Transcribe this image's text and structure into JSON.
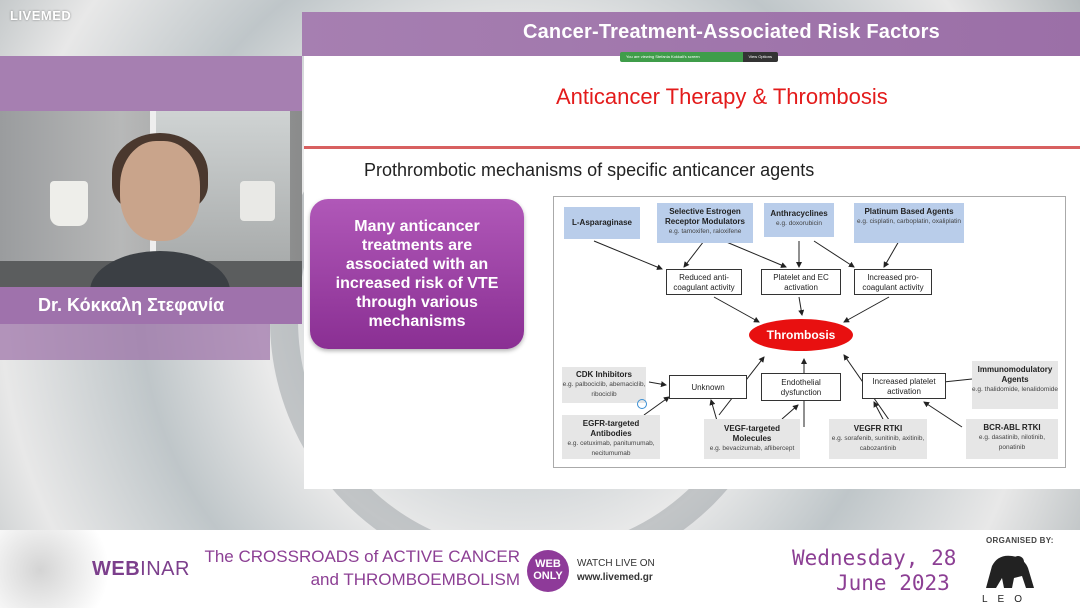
{
  "brand": "LIVEMED",
  "header": {
    "title": "Cancer-Treatment-Associated Risk Factors"
  },
  "speaker": {
    "name": "Dr. Κόκκαλη Στεφανία"
  },
  "screenshare": {
    "notice": "You are viewing Stefania Kokkali's screen",
    "view_options": "View Options"
  },
  "slide": {
    "title": "Anticancer Therapy & Thrombosis",
    "subtitle": "Prothrombotic mechanisms of specific anticancer agents",
    "callout": "Many anticancer treatments are associated with an increased risk of VTE through various mechanisms"
  },
  "diagram": {
    "top_agents": [
      {
        "title": "L-Asparaginase",
        "examples": ""
      },
      {
        "title": "Selective Estrogen Receptor Modulators",
        "examples": "e.g. tamoxifen, raloxifene"
      },
      {
        "title": "Anthracyclines",
        "examples": "e.g. doxorubicin"
      },
      {
        "title": "Platinum Based Agents",
        "examples": "e.g. cisplatin, carboplatin, oxaliplatin"
      }
    ],
    "top_mechanisms": [
      "Reduced anti-coagulant activity",
      "Platelet and EC activation",
      "Increased pro-coagulant activity"
    ],
    "center": "Thrombosis",
    "bottom_mechanisms": [
      "Unknown",
      "Endothelial dysfunction",
      "Increased platelet activation"
    ],
    "left_agents": [
      {
        "title": "CDK Inhibitors",
        "examples": "e.g. palbociclib, abemaciclib, ribociclib"
      },
      {
        "title": "EGFR-targeted Antibodies",
        "examples": "e.g. cetuximab, panitumumab, necitumumab"
      }
    ],
    "bottom_agents": [
      {
        "title": "VEGF-targeted Molecules",
        "examples": "e.g. bevacizumab, aflibercept"
      },
      {
        "title": "VEGFR RTKI",
        "examples": "e.g. sorafenib, sunitinib, axitinib, cabozantinib"
      }
    ],
    "right_agents": [
      {
        "title": "Immunomodulatory Agents",
        "examples": "e.g. thalidomide, lenalidomide"
      },
      {
        "title": "BCR-ABL RTKI",
        "examples": "e.g. dasatinib, nilotinib, ponatinib"
      }
    ]
  },
  "footer": {
    "webinar_a": "WEB",
    "webinar_b": "INAR",
    "event_line1": "The CROSSROADS of ACTIVE CANCER",
    "event_line2": "and THROMBOEMBOLISM",
    "webonly": "WEB ONLY",
    "watch_label": "WATCH LIVE ON",
    "watch_url": "www.livemed.gr",
    "date_line1": "Wednesday, 28",
    "date_line2": "June 2023",
    "organised_by": "ORGANISED BY:",
    "sponsor": "LEO"
  },
  "colors": {
    "accent": "#9b6fa7",
    "title_red": "#e31b1b",
    "thrombosis_red": "#e81010",
    "callout": "#9a3ea3"
  }
}
